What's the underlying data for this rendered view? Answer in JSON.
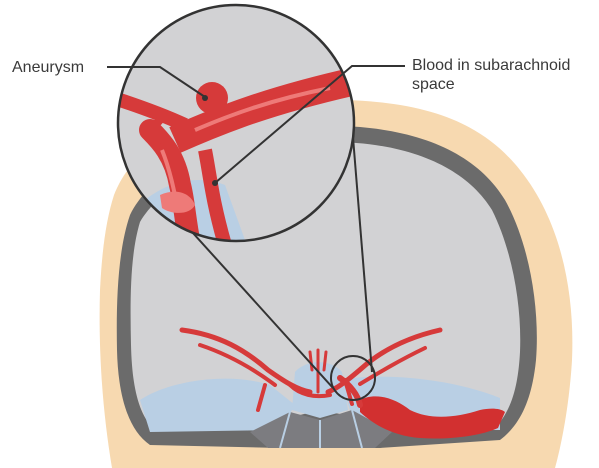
{
  "labels": {
    "aneurysm": "Aneurysm",
    "blood_line1": "Blood in subarachnoid",
    "blood_line2": "space"
  },
  "colors": {
    "skin": "#F7D9B0",
    "skull": "#6B6B6B",
    "brain": "#D2D2D4",
    "csf": "#B9CFE4",
    "artery": "#D63A3A",
    "artery_highlight": "#EE7A78",
    "blood": "#D23030",
    "dark_gray": "#7C7C80",
    "callout_line": "#333333"
  },
  "icons": {
    "magnifier": "magnifier-callout-icon"
  }
}
